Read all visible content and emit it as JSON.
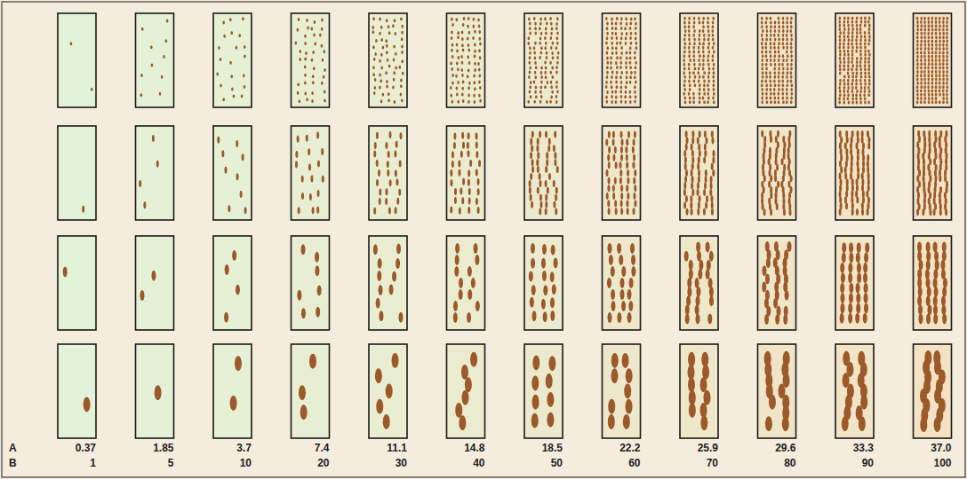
{
  "diagram": {
    "labels": [
      "A",
      "0.37",
      "1.85",
      "3.7",
      "7.4",
      "11.1",
      "14.8",
      "18.5",
      "22.2",
      "25.9",
      "29.6",
      "33.3",
      "37.0",
      "B",
      "1",
      "5",
      "10",
      "20",
      "30",
      "40",
      "50",
      "60",
      "70",
      "80",
      "90",
      "100"
    ]
  }
}
